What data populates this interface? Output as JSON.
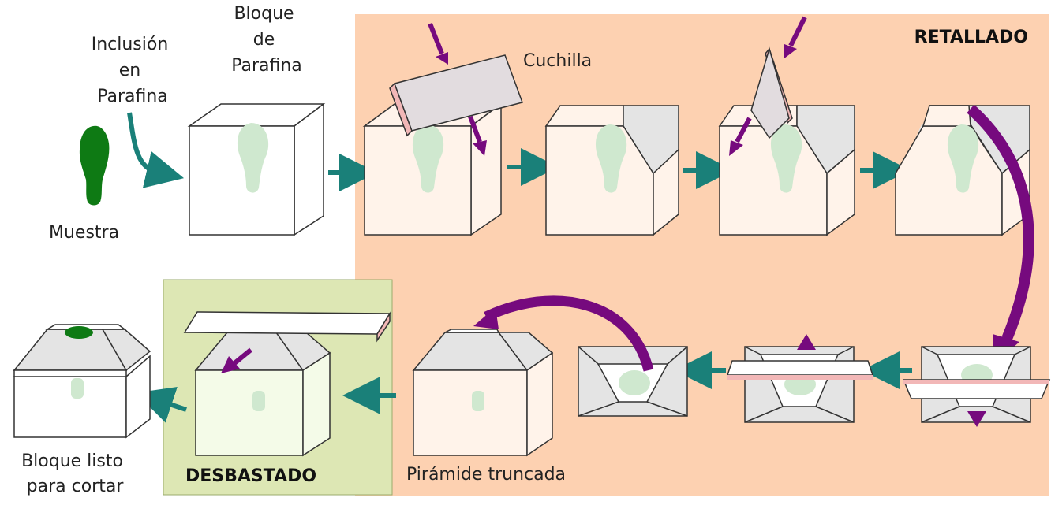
{
  "labels": {
    "inclusion": [
      "Inclusión",
      "en",
      "Parafina"
    ],
    "bloque": [
      "Bloque",
      "de",
      "Parafina"
    ],
    "cuchilla": "Cuchilla",
    "muestra": "Muestra",
    "retallado": "RETALLADO",
    "desbastado": "DESBASTADO",
    "piramide": "Pirámide truncada",
    "listo": [
      "Bloque listo",
      "para cortar"
    ]
  },
  "colors": {
    "retallado_bg": "#fdd1b1",
    "desbastado_bg": "#dde7b4",
    "arrow_teal": "#1a8079",
    "arrow_purple": "#760a7e",
    "sample_green": "#0e7a14",
    "sample_faded": "#cfe8cf",
    "blade_face": "#e2dcdf",
    "blade_edge": "#f2b7b7",
    "cut_face": "#e4e4e4"
  }
}
